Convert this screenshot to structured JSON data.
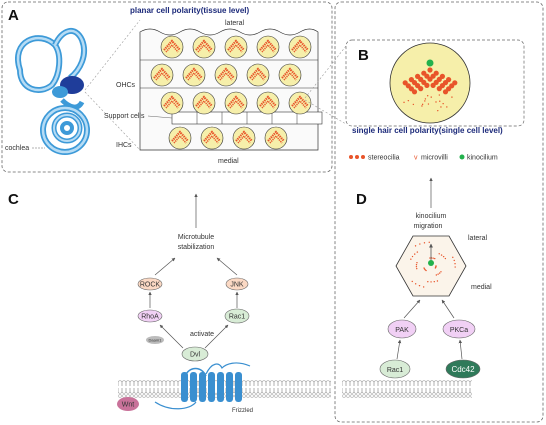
{
  "panels": {
    "a": "A",
    "b": "B",
    "c": "C",
    "d": "D"
  },
  "titles": {
    "tissue": "planar cell polarity(tissue level)",
    "single": "single hair cell polarity(single cell level)"
  },
  "panel_a": {
    "lateral": "lateral",
    "medial": "medial",
    "ohcs": "OHCs",
    "support_cells": "Support cells",
    "ihcs": "IHCs",
    "cochlea": "cochlea"
  },
  "legend": {
    "stereocilia": "stereocilia",
    "microvilli": "microvilli",
    "kinocilium": "kinocilium"
  },
  "panel_c": {
    "output_line1": "Microtubule",
    "output_line2": "stabilization",
    "rock": "ROCK",
    "jnk": "JNK",
    "rhoa": "RhoA",
    "rac1": "Rac1",
    "daam1": "Daam1",
    "activate": "activate",
    "dvl": "Dvl",
    "wnt": "Wnt",
    "frizzled": "Frizzled"
  },
  "panel_d": {
    "output_line1": "kinocilium",
    "output_line2": "migration",
    "lateral": "lateral",
    "medial": "medial",
    "pak": "PAK",
    "pkca": "PKCa",
    "rac1": "Rac1",
    "cdc42": "Cdc42"
  },
  "colors": {
    "title_blue": "#1c2a7a",
    "hair_cell_fill": "#f6efaa",
    "stereocilia": "#e8542a",
    "kinocilium": "#22b14c",
    "pink_node": "#f1d0f5",
    "green_node": "#d8ecd6",
    "dark_green_node": "#2f7a5a",
    "orange_node": "#fbd9c4",
    "receptor": "#3a8fd0",
    "wnt": "#c9729a",
    "cochlea_blue": "#3d9ad8"
  }
}
